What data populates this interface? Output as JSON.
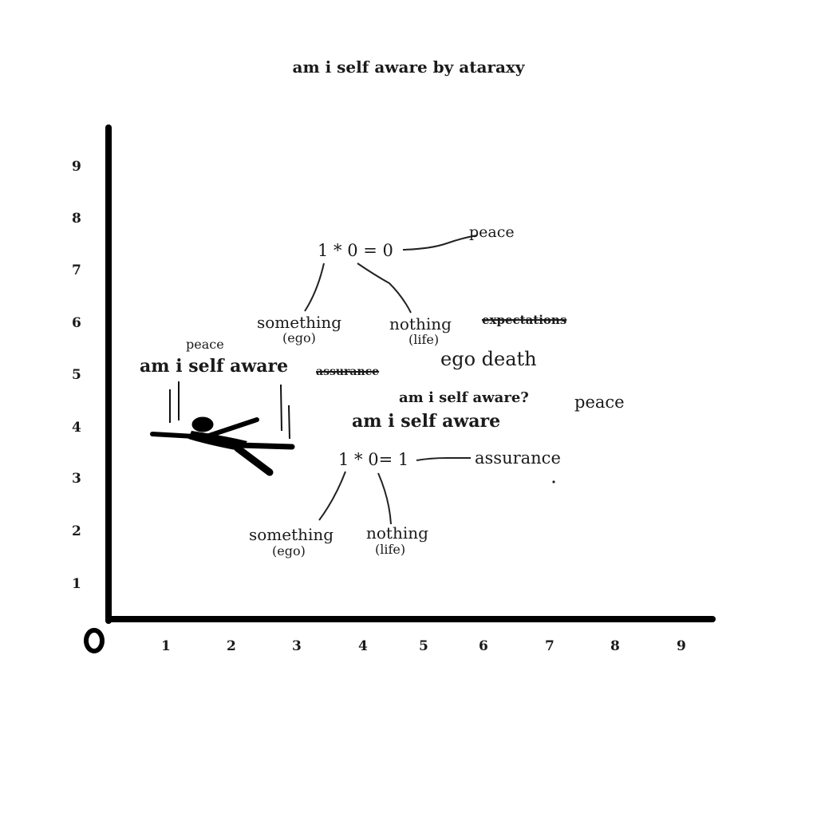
{
  "title": "am i self aware by ataraxy",
  "axes": {
    "origin_label": "0",
    "y_ticks": [
      "9",
      "8",
      "7",
      "6",
      "5",
      "4",
      "3",
      "2",
      "1"
    ],
    "x_ticks": [
      "1",
      "2",
      "3",
      "4",
      "5",
      "6",
      "7",
      "8",
      "9"
    ]
  },
  "top_equation": {
    "equation": "1 * 0 = 0",
    "peace": "peace",
    "something": "something",
    "ego": "(ego)",
    "nothing": "nothing",
    "life": "(life)"
  },
  "bottom_equation": {
    "equation": "1 * 0= 1",
    "assurance": "assurance",
    "something": "something",
    "ego": "(ego)",
    "nothing": "nothing",
    "life": "(life)"
  },
  "floating": {
    "expectations": "expectations",
    "ego_death": "ego death",
    "peace_small": "peace",
    "am_i_self_aware_left": "am i self aware",
    "assurance_struck": "assurance",
    "am_i_self_aware_question": "am i self aware?",
    "am_i_self_aware_center": "am i self aware",
    "peace_right": "peace",
    "dot": "."
  }
}
